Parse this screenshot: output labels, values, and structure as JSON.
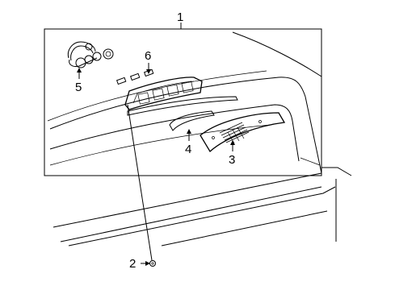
{
  "callouts": {
    "c1": "1",
    "c2": "2",
    "c3": "3",
    "c4": "4",
    "c5": "5",
    "c6": "6"
  },
  "colors": {
    "ink": "#000000",
    "background": "#ffffff"
  }
}
